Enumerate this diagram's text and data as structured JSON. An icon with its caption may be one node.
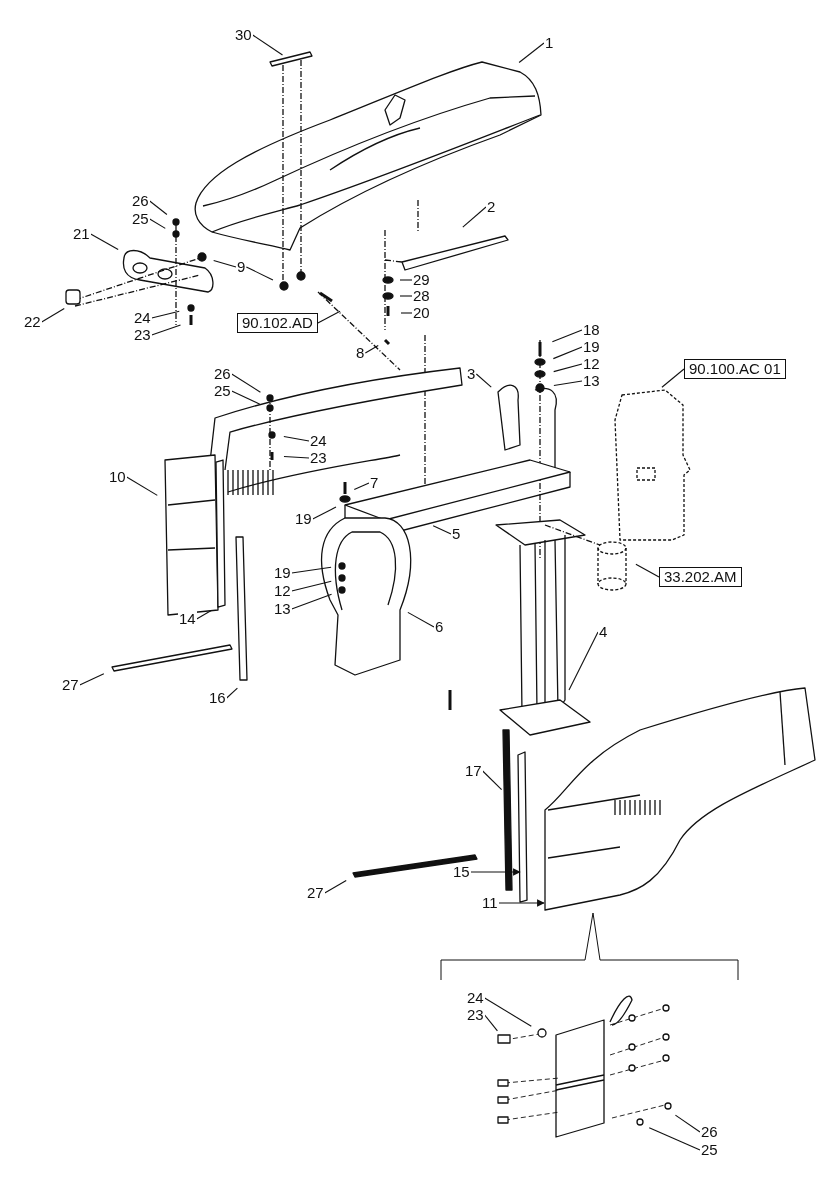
{
  "diagram": {
    "nodes": [
      {
        "text": [
          "30"
        ]
      },
      {
        "text": [
          "1"
        ]
      },
      {
        "text": [
          "2"
        ]
      },
      {
        "text": [
          "26"
        ]
      },
      {
        "text": [
          "25"
        ]
      },
      {
        "text": [
          "21"
        ]
      },
      {
        "text": [
          "9"
        ]
      },
      {
        "text": [
          "29"
        ]
      },
      {
        "text": [
          "22"
        ]
      },
      {
        "text": [
          "24"
        ]
      },
      {
        "text": [
          "28"
        ]
      },
      {
        "text": [
          "90.102.AD"
        ]
      },
      {
        "text": [
          "20"
        ]
      },
      {
        "text": [
          "23"
        ]
      },
      {
        "text": [
          "8"
        ]
      },
      {
        "text": [
          "18"
        ]
      },
      {
        "text": [
          "19"
        ]
      },
      {
        "text": [
          "26"
        ]
      },
      {
        "text": [
          "3"
        ]
      },
      {
        "text": [
          "12"
        ]
      },
      {
        "text": [
          "90.100.AC 01"
        ]
      },
      {
        "text": [
          "25"
        ]
      },
      {
        "text": [
          "13"
        ]
      },
      {
        "text": [
          "24"
        ]
      },
      {
        "text": [
          "23"
        ]
      },
      {
        "text": [
          "10"
        ]
      },
      {
        "text": [
          "7"
        ]
      },
      {
        "text": [
          "19"
        ]
      },
      {
        "text": [
          "5"
        ]
      },
      {
        "text": [
          "19"
        ]
      },
      {
        "text": [
          "33.202.AM"
        ]
      },
      {
        "text": [
          "12"
        ]
      },
      {
        "text": [
          "4"
        ]
      },
      {
        "text": [
          "14"
        ]
      },
      {
        "text": [
          "13"
        ]
      },
      {
        "text": [
          "6"
        ]
      },
      {
        "text": [
          "27"
        ]
      },
      {
        "text": [
          "16"
        ]
      },
      {
        "text": [
          "17"
        ]
      },
      {
        "text": [
          "15"
        ]
      },
      {
        "text": [
          "27"
        ]
      },
      {
        "text": [
          "11"
        ]
      },
      {
        "text": [
          "24"
        ]
      },
      {
        "text": [
          "23"
        ]
      },
      {
        "text": [
          "26"
        ]
      },
      {
        "text": [
          "25"
        ]
      }
    ],
    "edges": [
      {
        "from": 0,
        "to": null,
        "arrow": "none"
      },
      {
        "from": 1,
        "to": null,
        "arrow": "none"
      },
      {
        "from": 2,
        "to": null,
        "arrow": "none"
      },
      {
        "from": 3,
        "to": null,
        "arrow": "none"
      },
      {
        "from": 4,
        "to": null,
        "arrow": "none"
      },
      {
        "from": 5,
        "to": null,
        "arrow": "none"
      },
      {
        "from": 6,
        "to": null,
        "arrow": "none"
      },
      {
        "from": 6,
        "to": null,
        "arrow": "none"
      },
      {
        "from": 7,
        "to": null,
        "arrow": "none"
      },
      {
        "from": 8,
        "to": null,
        "arrow": "none"
      },
      {
        "from": 9,
        "to": null,
        "arrow": "none"
      },
      {
        "from": 10,
        "to": null,
        "arrow": "none"
      },
      {
        "from": 11,
        "to": null,
        "arrow": "none"
      },
      {
        "from": 12,
        "to": null,
        "arrow": "none"
      },
      {
        "from": 13,
        "to": null,
        "arrow": "none"
      },
      {
        "from": 14,
        "to": null,
        "arrow": "none"
      },
      {
        "from": 15,
        "to": null,
        "arrow": "none"
      },
      {
        "from": 16,
        "to": null,
        "arrow": "none"
      },
      {
        "from": 17,
        "to": null,
        "arrow": "none"
      },
      {
        "from": 18,
        "to": null,
        "arrow": "none"
      },
      {
        "from": 19,
        "to": null,
        "arrow": "none"
      },
      {
        "from": 20,
        "to": null,
        "arrow": "none"
      },
      {
        "from": 21,
        "to": null,
        "arrow": "none"
      },
      {
        "from": 22,
        "to": null,
        "arrow": "none"
      },
      {
        "from": 23,
        "to": null,
        "arrow": "none"
      },
      {
        "from": 24,
        "to": null,
        "arrow": "none"
      },
      {
        "from": 25,
        "to": null,
        "arrow": "none"
      },
      {
        "from": 26,
        "to": null,
        "arrow": "none"
      },
      {
        "from": 27,
        "to": null,
        "arrow": "none"
      },
      {
        "from": 28,
        "to": null,
        "arrow": "none"
      },
      {
        "from": 29,
        "to": null,
        "arrow": "none"
      },
      {
        "from": 30,
        "to": null,
        "arrow": "none"
      },
      {
        "from": 31,
        "to": null,
        "arrow": "none"
      },
      {
        "from": 32,
        "to": null,
        "arrow": "none"
      },
      {
        "from": 33,
        "to": null,
        "arrow": "none"
      },
      {
        "from": 34,
        "to": null,
        "arrow": "none"
      },
      {
        "from": 35,
        "to": null,
        "arrow": "none"
      },
      {
        "from": 36,
        "to": null,
        "arrow": "none"
      },
      {
        "from": 37,
        "to": null,
        "arrow": "none"
      },
      {
        "from": 38,
        "to": null,
        "arrow": "none"
      },
      {
        "from": 39,
        "to": null,
        "arrow": "to"
      },
      {
        "from": 40,
        "to": null,
        "arrow": "none"
      },
      {
        "from": 41,
        "to": null,
        "arrow": "to"
      },
      {
        "from": 42,
        "to": null,
        "arrow": "none"
      },
      {
        "from": 43,
        "to": null,
        "arrow": "none"
      },
      {
        "from": 44,
        "to": null,
        "arrow": "none"
      },
      {
        "from": 45,
        "to": null,
        "arrow": "none"
      }
    ]
  }
}
